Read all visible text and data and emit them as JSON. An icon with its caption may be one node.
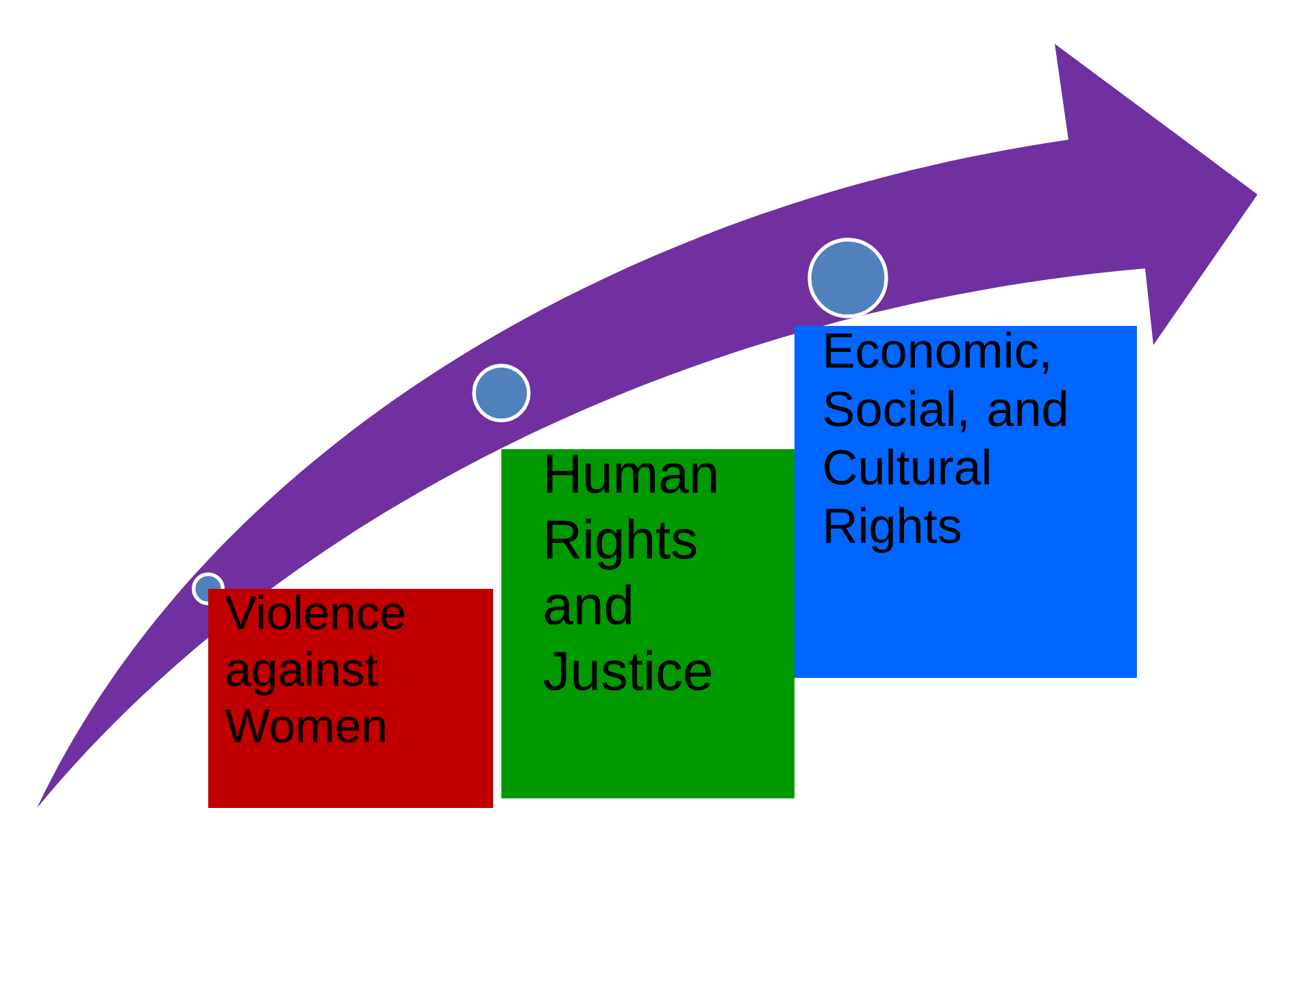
{
  "diagram": {
    "nodes": [
      {
        "text": [
          "Violence against Women"
        ]
      },
      {
        "text": [
          "Human Rights and Justice"
        ]
      },
      {
        "text": [
          "Economic, Social, and Cultural Rights"
        ]
      }
    ]
  }
}
